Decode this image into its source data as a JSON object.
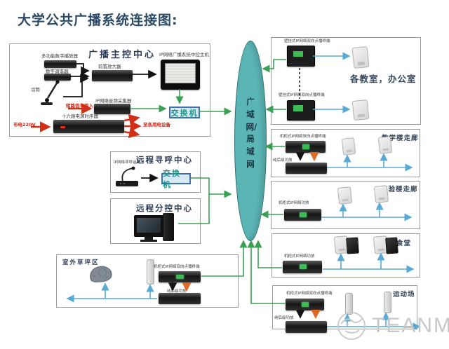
{
  "title": "大学公共广播系统连接图:",
  "main_center": {
    "label": "广播主控中心",
    "player": "多功能数字播放器",
    "tuner": "数字调谐器",
    "mic": "话筒",
    "preamp": "前置放大器",
    "host": "IP网络广播系统中控主机",
    "collector": "IP网络音频采集器",
    "short_signal": "短路信号接入",
    "sequencer": "十六路电源时序器",
    "mains": "市电220V",
    "to_devices": "至各用电设备",
    "switch": "交换机"
  },
  "paging_center": {
    "label": "远程寻呼中心",
    "mic": "IP网络寻呼话筒",
    "switch": "交换机"
  },
  "subcontrol_center": {
    "label": "远程分控中心"
  },
  "lawn": {
    "label": "室外草坪区",
    "terminal": "机柜式IP网络双向点播终端",
    "amp": "纯后级功放"
  },
  "network": {
    "label": "广域网/局域网"
  },
  "zones": [
    {
      "label": "各教室，办公室",
      "terminal_top": "壁挂式IP网络双向点播终端",
      "terminal_bottom": "壁挂式IP网络双向点播终端"
    },
    {
      "label": "教学楼走廊",
      "terminal": "机柜式IP网络双向点播终端",
      "amp": "纯后级功放"
    },
    {
      "label": "实验楼走廊",
      "amp": "机柜式IP网络功放"
    },
    {
      "label": "食堂",
      "amp": "机柜式IP网络功放"
    },
    {
      "label": "运动场",
      "terminal": "机柜式IP网络双向点播终端",
      "amp": "纯后级功放"
    }
  ],
  "watermark": "TEANMA",
  "colors": {
    "network_fill": "#5cb5b5",
    "line_green": "#3aa054",
    "line_blue": "#58a9d4",
    "line_red": "#d03018",
    "line_orange": "#e06a28",
    "switch_text": "#1d9688"
  }
}
